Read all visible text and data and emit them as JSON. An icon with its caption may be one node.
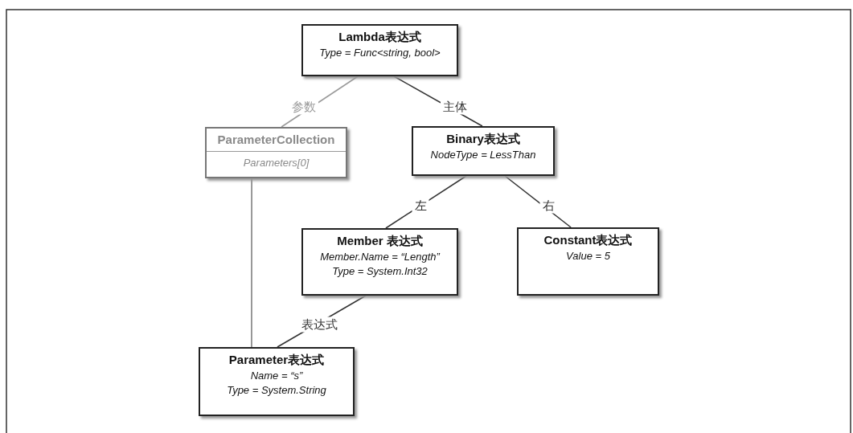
{
  "diagram": {
    "nodes": [
      {
        "text": [
          "Lambda表达式",
          "Type = Func<string, bool>"
        ]
      },
      {
        "text": [
          "ParameterCollection",
          "Parameters[0]"
        ]
      },
      {
        "text": [
          "Binary表达式",
          "NodeType = LessThan"
        ]
      },
      {
        "text": [
          "Member 表达式",
          "Member.Name = “Length”",
          "Type = System.Int32"
        ]
      },
      {
        "text": [
          "Constant表达式",
          "Value = 5"
        ]
      },
      {
        "text": [
          "Parameter表达式",
          "Name = “s”",
          "Type = System.String"
        ]
      }
    ],
    "edges": [
      {
        "from": 0,
        "to": 1,
        "arrow": "none",
        "label": "参数",
        "color": "#9a9a9a"
      },
      {
        "from": 0,
        "to": 2,
        "arrow": "none",
        "label": "主体"
      },
      {
        "from": 2,
        "to": 3,
        "arrow": "none",
        "label": "左"
      },
      {
        "from": 2,
        "to": 4,
        "arrow": "none",
        "label": "右"
      },
      {
        "from": 3,
        "to": 5,
        "arrow": "none",
        "label": "表达式"
      },
      {
        "from": 1,
        "to": 5,
        "arrow": "none"
      }
    ]
  }
}
